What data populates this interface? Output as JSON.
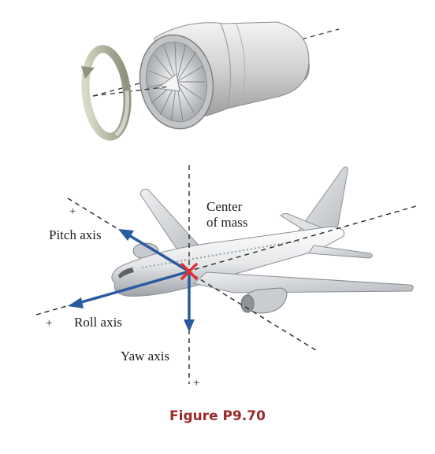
{
  "labels": {
    "center_of_mass": [
      "Center",
      "of mass"
    ],
    "pitch_axis": "Pitch axis",
    "roll_axis": "Roll axis",
    "yaw_axis": "Yaw axis",
    "plus_sign": "+"
  },
  "caption": "Figure P9.70",
  "colors": {
    "axis_arrow": "#2a5aa0",
    "center_marker": "#e03030",
    "caption": "#9b2a2a",
    "dashed_line": "#2a2a2a"
  },
  "icons": {
    "engine": "jet-engine-icon",
    "rotation": "rotation-arrow-icon",
    "airplane": "airplane-icon"
  }
}
